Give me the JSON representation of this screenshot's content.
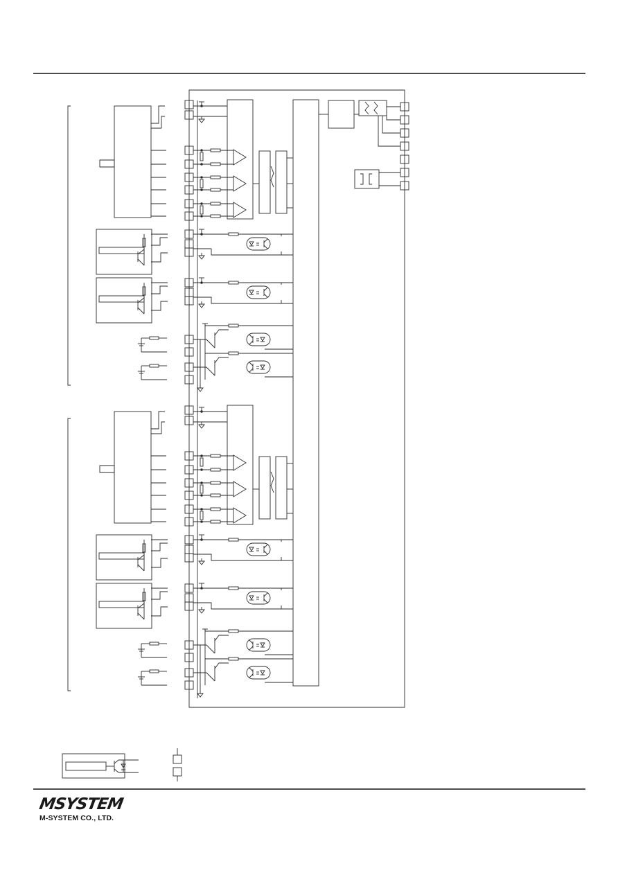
{
  "company": {
    "logo_text": "MSYSTEM",
    "name": "M-SYSTEM CO., LTD."
  },
  "colors": {
    "line": "#2a2a2a",
    "rule": "#111111",
    "logo": "#1a1a1a"
  },
  "diagram": {
    "channel_groups": 2,
    "analog_inputs_per_group": 3,
    "relay_inputs_per_group": 2,
    "transistor_outputs_per_group": 2,
    "right_terminals": 7
  }
}
